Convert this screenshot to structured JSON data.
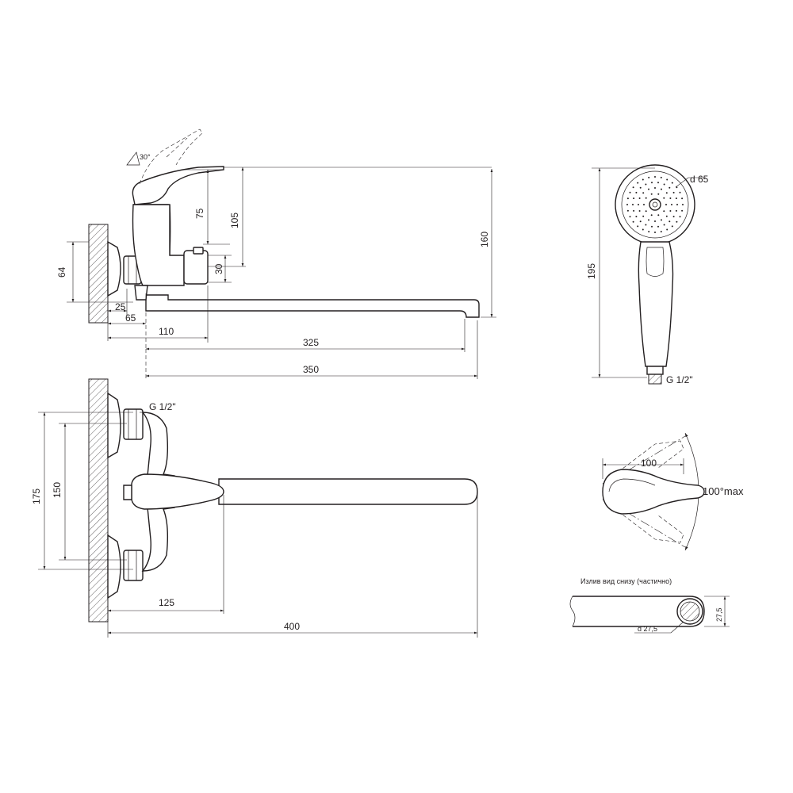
{
  "side_view": {
    "lever_angle": "30°",
    "dims": {
      "d64": "64",
      "d25": "25",
      "d65": "65",
      "d110": "110",
      "d325": "325",
      "d350": "350",
      "d75": "75",
      "d105": "105",
      "d30": "30",
      "d160": "160"
    }
  },
  "top_view": {
    "thread": "G 1/2\"",
    "dims": {
      "d175": "175",
      "d150": "150",
      "d125": "125",
      "d400": "400"
    }
  },
  "shower_head": {
    "diameter": "d 65",
    "length": "195",
    "thread": "G 1/2\""
  },
  "lever_rotation": {
    "width": "100",
    "angle": "100°max"
  },
  "spout_bottom": {
    "caption": "Излив вид снизу (частично)",
    "diameter": "d 27,5",
    "height": "27,5"
  }
}
